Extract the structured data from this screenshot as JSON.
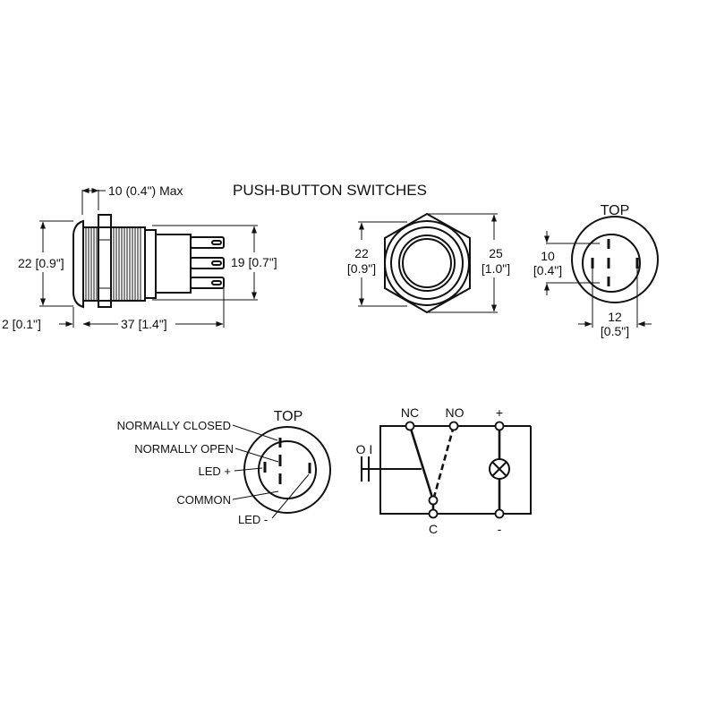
{
  "title": "PUSH-BUTTON SWITCHES",
  "side_view": {
    "max_depth": "10 (0.4\") Max",
    "bezel_diameter": "22 [0.9\"]",
    "terminal_height": "19 [0.7\"]",
    "bezel_thickness": "2 [0.1\"]",
    "body_length": "37 [1.4\"]"
  },
  "hex_view": {
    "left_dim_mm": "22",
    "left_dim_in": "[0.9\"]",
    "right_dim_mm": "25",
    "right_dim_in": "[1.0\"]"
  },
  "top_view": {
    "label": "TOP",
    "vertical_dim_mm": "10",
    "vertical_dim_in": "[0.4\"]",
    "horizontal_dim_mm": "12",
    "horizontal_dim_in": "[0.5\"]"
  },
  "pinout": {
    "label": "TOP",
    "normally_closed": "NORMALLY CLOSED",
    "normally_open": "NORMALLY OPEN",
    "led_plus": "LED +",
    "common": "COMMON",
    "led_minus": "LED -"
  },
  "schematic": {
    "nc": "NC",
    "no": "NO",
    "plus": "+",
    "c": "C",
    "minus": "-",
    "actuator": "O I"
  }
}
